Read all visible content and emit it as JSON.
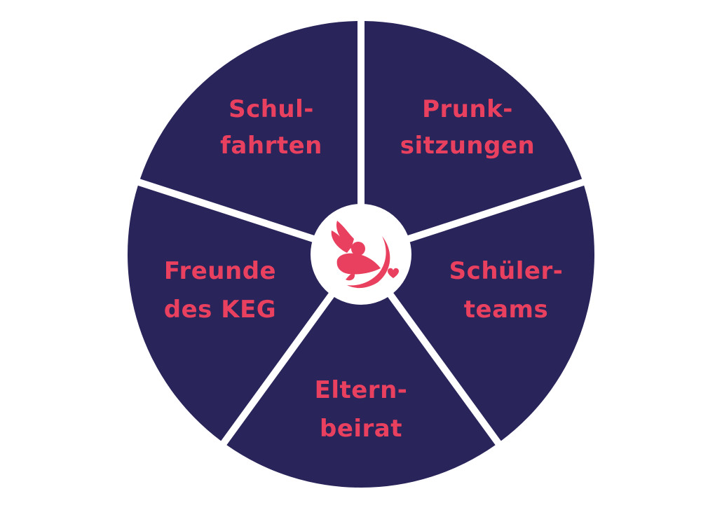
{
  "colors": {
    "segment_fill": "#29245a",
    "label_text": "#e8405e",
    "background": "#ffffff",
    "hub_fill": "#ffffff",
    "logo": "#e8405e"
  },
  "segments": [
    {
      "id": "schulfahrten",
      "line1": "Schul-",
      "line2": "fahrten"
    },
    {
      "id": "prunksitzungen",
      "line1": "Prunk-",
      "line2": "sitzungen"
    },
    {
      "id": "schuelerteams",
      "line1": "Schüler-",
      "line2": "teams"
    },
    {
      "id": "elternbeirat",
      "line1": "Eltern-",
      "line2": "beirat"
    },
    {
      "id": "freunde",
      "line1": "Freunde",
      "line2": "des KEG"
    }
  ],
  "hub": {
    "icon": "cupid-angel-icon"
  }
}
